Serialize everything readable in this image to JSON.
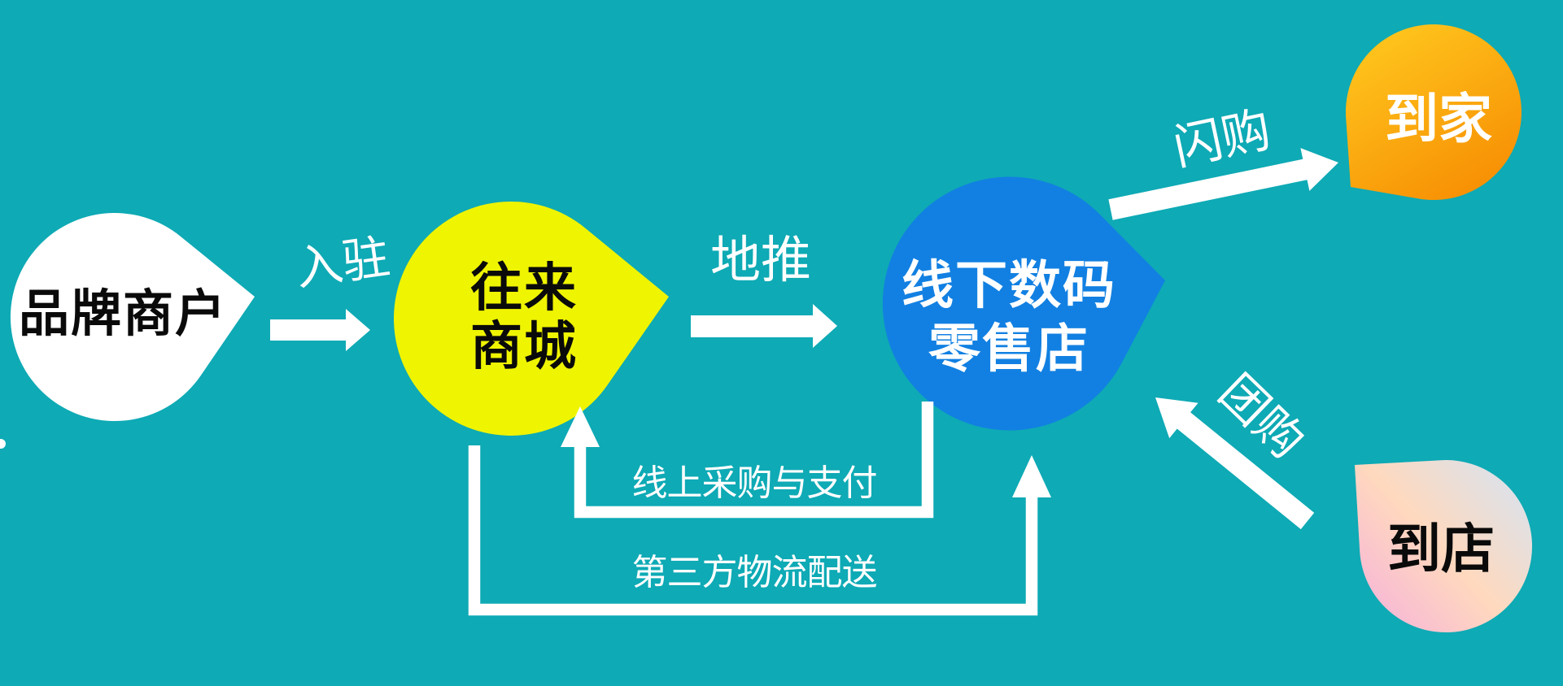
{
  "diagram_title": "retail-flow-diagram",
  "colors": {
    "background": "#0EAAB5",
    "node-white": "#FFFFFF",
    "node-yellow": "#EFF400",
    "node-blue": "#1280E2",
    "orange-light": "#FFC81E",
    "orange-dark": "#F78E03",
    "pink-peach": "#FFD9BE",
    "pink-rose": "#F7B7D6",
    "pink-gray": "#DBE2EB",
    "arrow": "#FFFFFF",
    "text-dark": "#0A0A0A",
    "text-light": "#FFFFFF"
  },
  "nodes": {
    "brand_merchants": {
      "label": "品牌商户"
    },
    "wanglai_mall": {
      "line1": "往来",
      "line2": "商城"
    },
    "offline_digital_store": {
      "line1": "线下数码",
      "line2": "零售店"
    },
    "to_home": {
      "label": "到家"
    },
    "to_store": {
      "label": "到店"
    }
  },
  "edges": {
    "onboarding": {
      "label": "入驻"
    },
    "ground_promotion": {
      "label": "地推"
    },
    "flash_purchase": {
      "label": "闪购"
    },
    "group_purchase": {
      "label": "团购"
    },
    "online_purchase_payment": {
      "label": "线上采购与支付"
    },
    "third_party_logistics": {
      "label": "第三方物流配送"
    }
  }
}
